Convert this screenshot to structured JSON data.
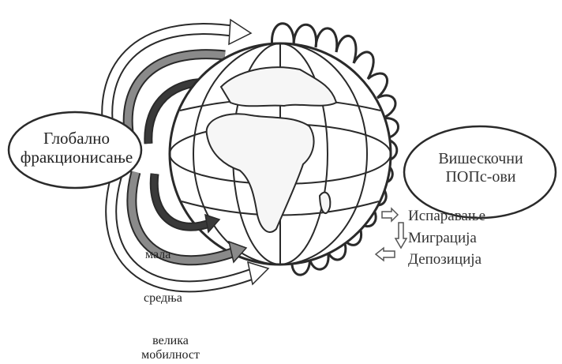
{
  "labels": {
    "global_fractionation_line1": "Глобално",
    "global_fractionation_line2": "фракционисање",
    "semivolatile_line1": "Вишескочни",
    "semivolatile_line2": "ПОПс-ови"
  },
  "legend": {
    "evaporation": "Испаравање",
    "migration": "Миграција",
    "deposition": "Депозиција"
  },
  "mobility": {
    "small": "мала",
    "medium": "средња",
    "large_line1": "велика",
    "large_line2": "мобилност"
  },
  "colors": {
    "outline": "#2a2a2a",
    "arrow_dark": "#3a3a3a",
    "arrow_medium": "#8a8a8a",
    "arrow_light": "#ffffff"
  }
}
